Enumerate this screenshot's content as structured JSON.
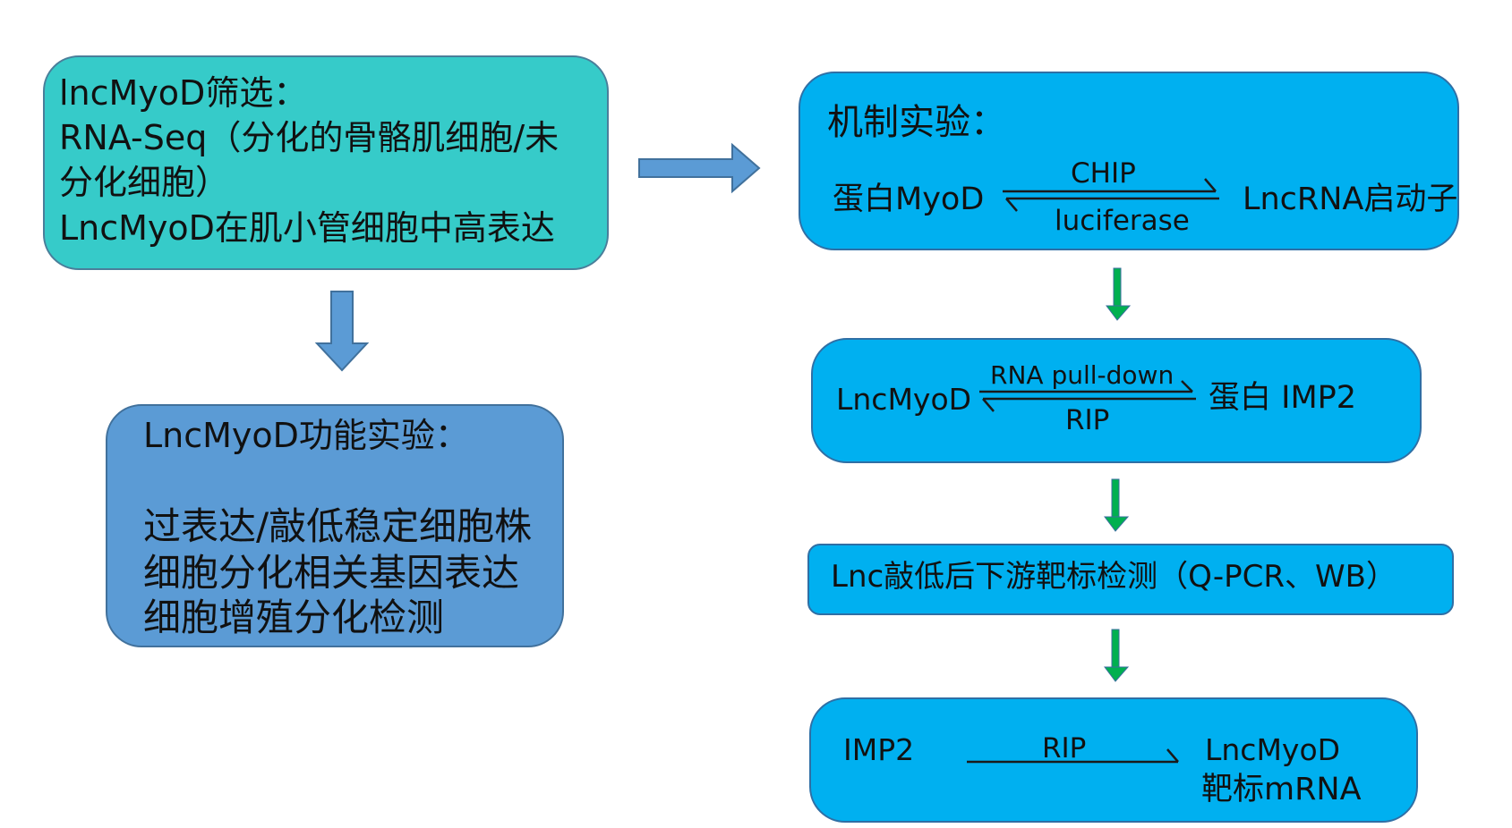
{
  "screening": {
    "title": "lncMyoD筛选：",
    "line1": "RNA-Seq（分化的骨骼肌细胞/未",
    "line2": "分化细胞）",
    "line3": "LncMyoD在肌小管细胞中高表达"
  },
  "function": {
    "title": "LncMyoD功能实验：",
    "line1": "过表达/敲低稳定细胞株",
    "line2": "细胞分化相关基因表达",
    "line3": "细胞增殖分化检测"
  },
  "mechanism": {
    "title": "机制实验：",
    "left": "蛋白MyoD",
    "forward_label": "CHIP",
    "reverse_label": "luciferase",
    "right": "LncRNA启动子"
  },
  "binding": {
    "left": "LncMyoD",
    "forward_label": "RNA pull-down",
    "reverse_label": "RIP",
    "right": "蛋白 IMP2"
  },
  "downstream": {
    "text": "Lnc敲低后下游靶标检测（Q-PCR、WB）"
  },
  "targets": {
    "left": "IMP2",
    "arrow_label": "RIP",
    "right_line1": "LncMyoD",
    "right_line2": "靶标mRNA"
  },
  "colors": {
    "teal_box": "#36cbc9",
    "steel_box": "#5b9bd5",
    "sky_box": "#00b0f0",
    "block_arrow": "#5b9bd5",
    "green_arrow": "#00b050"
  }
}
